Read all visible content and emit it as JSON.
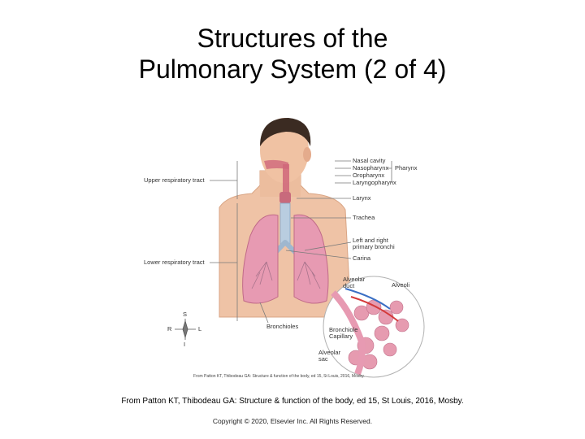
{
  "slide": {
    "title_line1": "Structures of the",
    "title_line2": "Pulmonary System (2 of 4)",
    "caption": "From Patton KT, Thibodeau GA: Structure & function of the body, ed 15, St Louis, 2016, Mosby.",
    "copyright": "Copyright © 2020, Elsevier Inc. All Rights Reserved."
  },
  "figure": {
    "labels": {
      "upper_tract": "Upper respiratory tract",
      "lower_tract": "Lower respiratory tract",
      "nasal_cavity": "Nasal cavity",
      "nasopharynx": "Nasopharynx",
      "oropharynx": "Oropharynx",
      "laryngopharynx": "Laryngopharynx",
      "pharynx": "Pharynx",
      "larynx": "Larynx",
      "trachea": "Trachea",
      "bronchi": "Left and right primary bronchi",
      "carina": "Carina",
      "alveolar_duct": "Alveolar duct",
      "alveoli": "Alveoli",
      "bronchioles": "Bronchioles",
      "bronchiole_capillary": "Bronchiole Capillary",
      "alveolar_sac": "Alveolar sac",
      "compass_s": "S",
      "compass_r": "R",
      "compass_l": "L",
      "compass_i": "I"
    },
    "source_credit": "From Patton KT, Thibodeau GA: Structure & function of the body, ed 15, St Louis, 2016, Mosby."
  }
}
